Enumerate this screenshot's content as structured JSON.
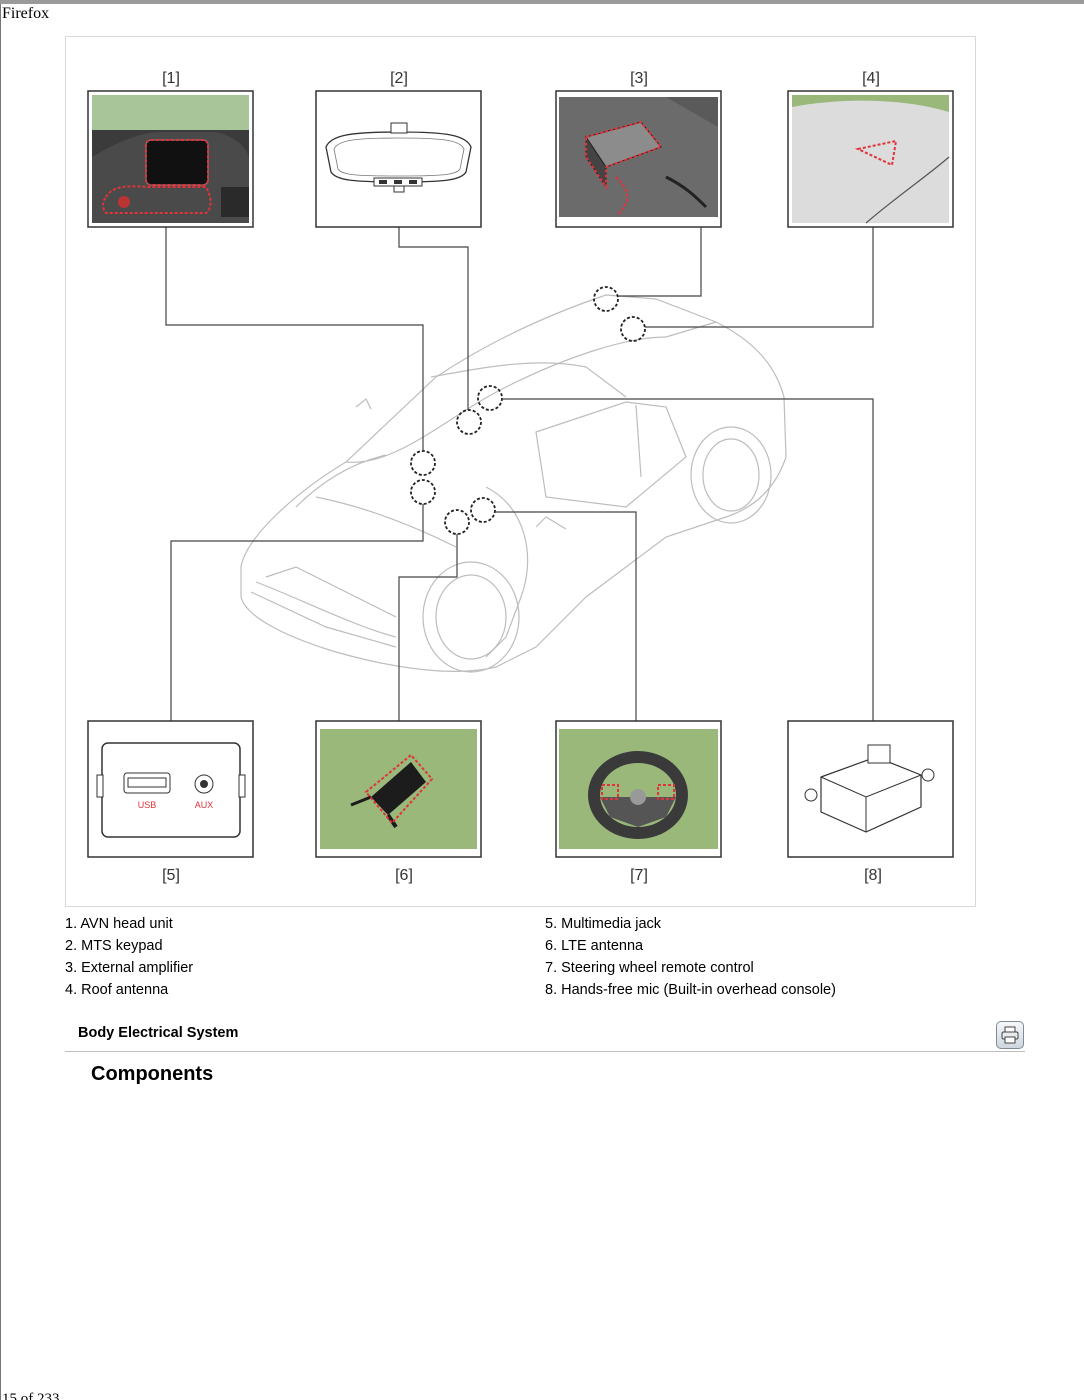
{
  "browser": {
    "name": "Firefox"
  },
  "figure": {
    "callouts": [
      "[1]",
      "[2]",
      "[3]",
      "[4]",
      "[5]",
      "[6]",
      "[7]",
      "[8]"
    ],
    "jack_labels": {
      "usb": "USB",
      "aux": "AUX"
    }
  },
  "legend": {
    "left": [
      "1. AVN head unit",
      "2. MTS keypad",
      "3. External amplifier",
      "4. Roof antenna"
    ],
    "right": [
      "5. Multimedia jack",
      "6. LTE antenna",
      "7. Steering wheel remote control",
      "8. Hands-free mic (Built-in overhead console)"
    ]
  },
  "section": {
    "title": "Body Electrical System",
    "print_icon": "printer-icon"
  },
  "page_title": "Components",
  "footer": {
    "page_indicator": "15 of 233"
  },
  "colors": {
    "accent_red": "#e0333a",
    "photo_green": "#9ab87a",
    "line_gray": "#444444"
  }
}
